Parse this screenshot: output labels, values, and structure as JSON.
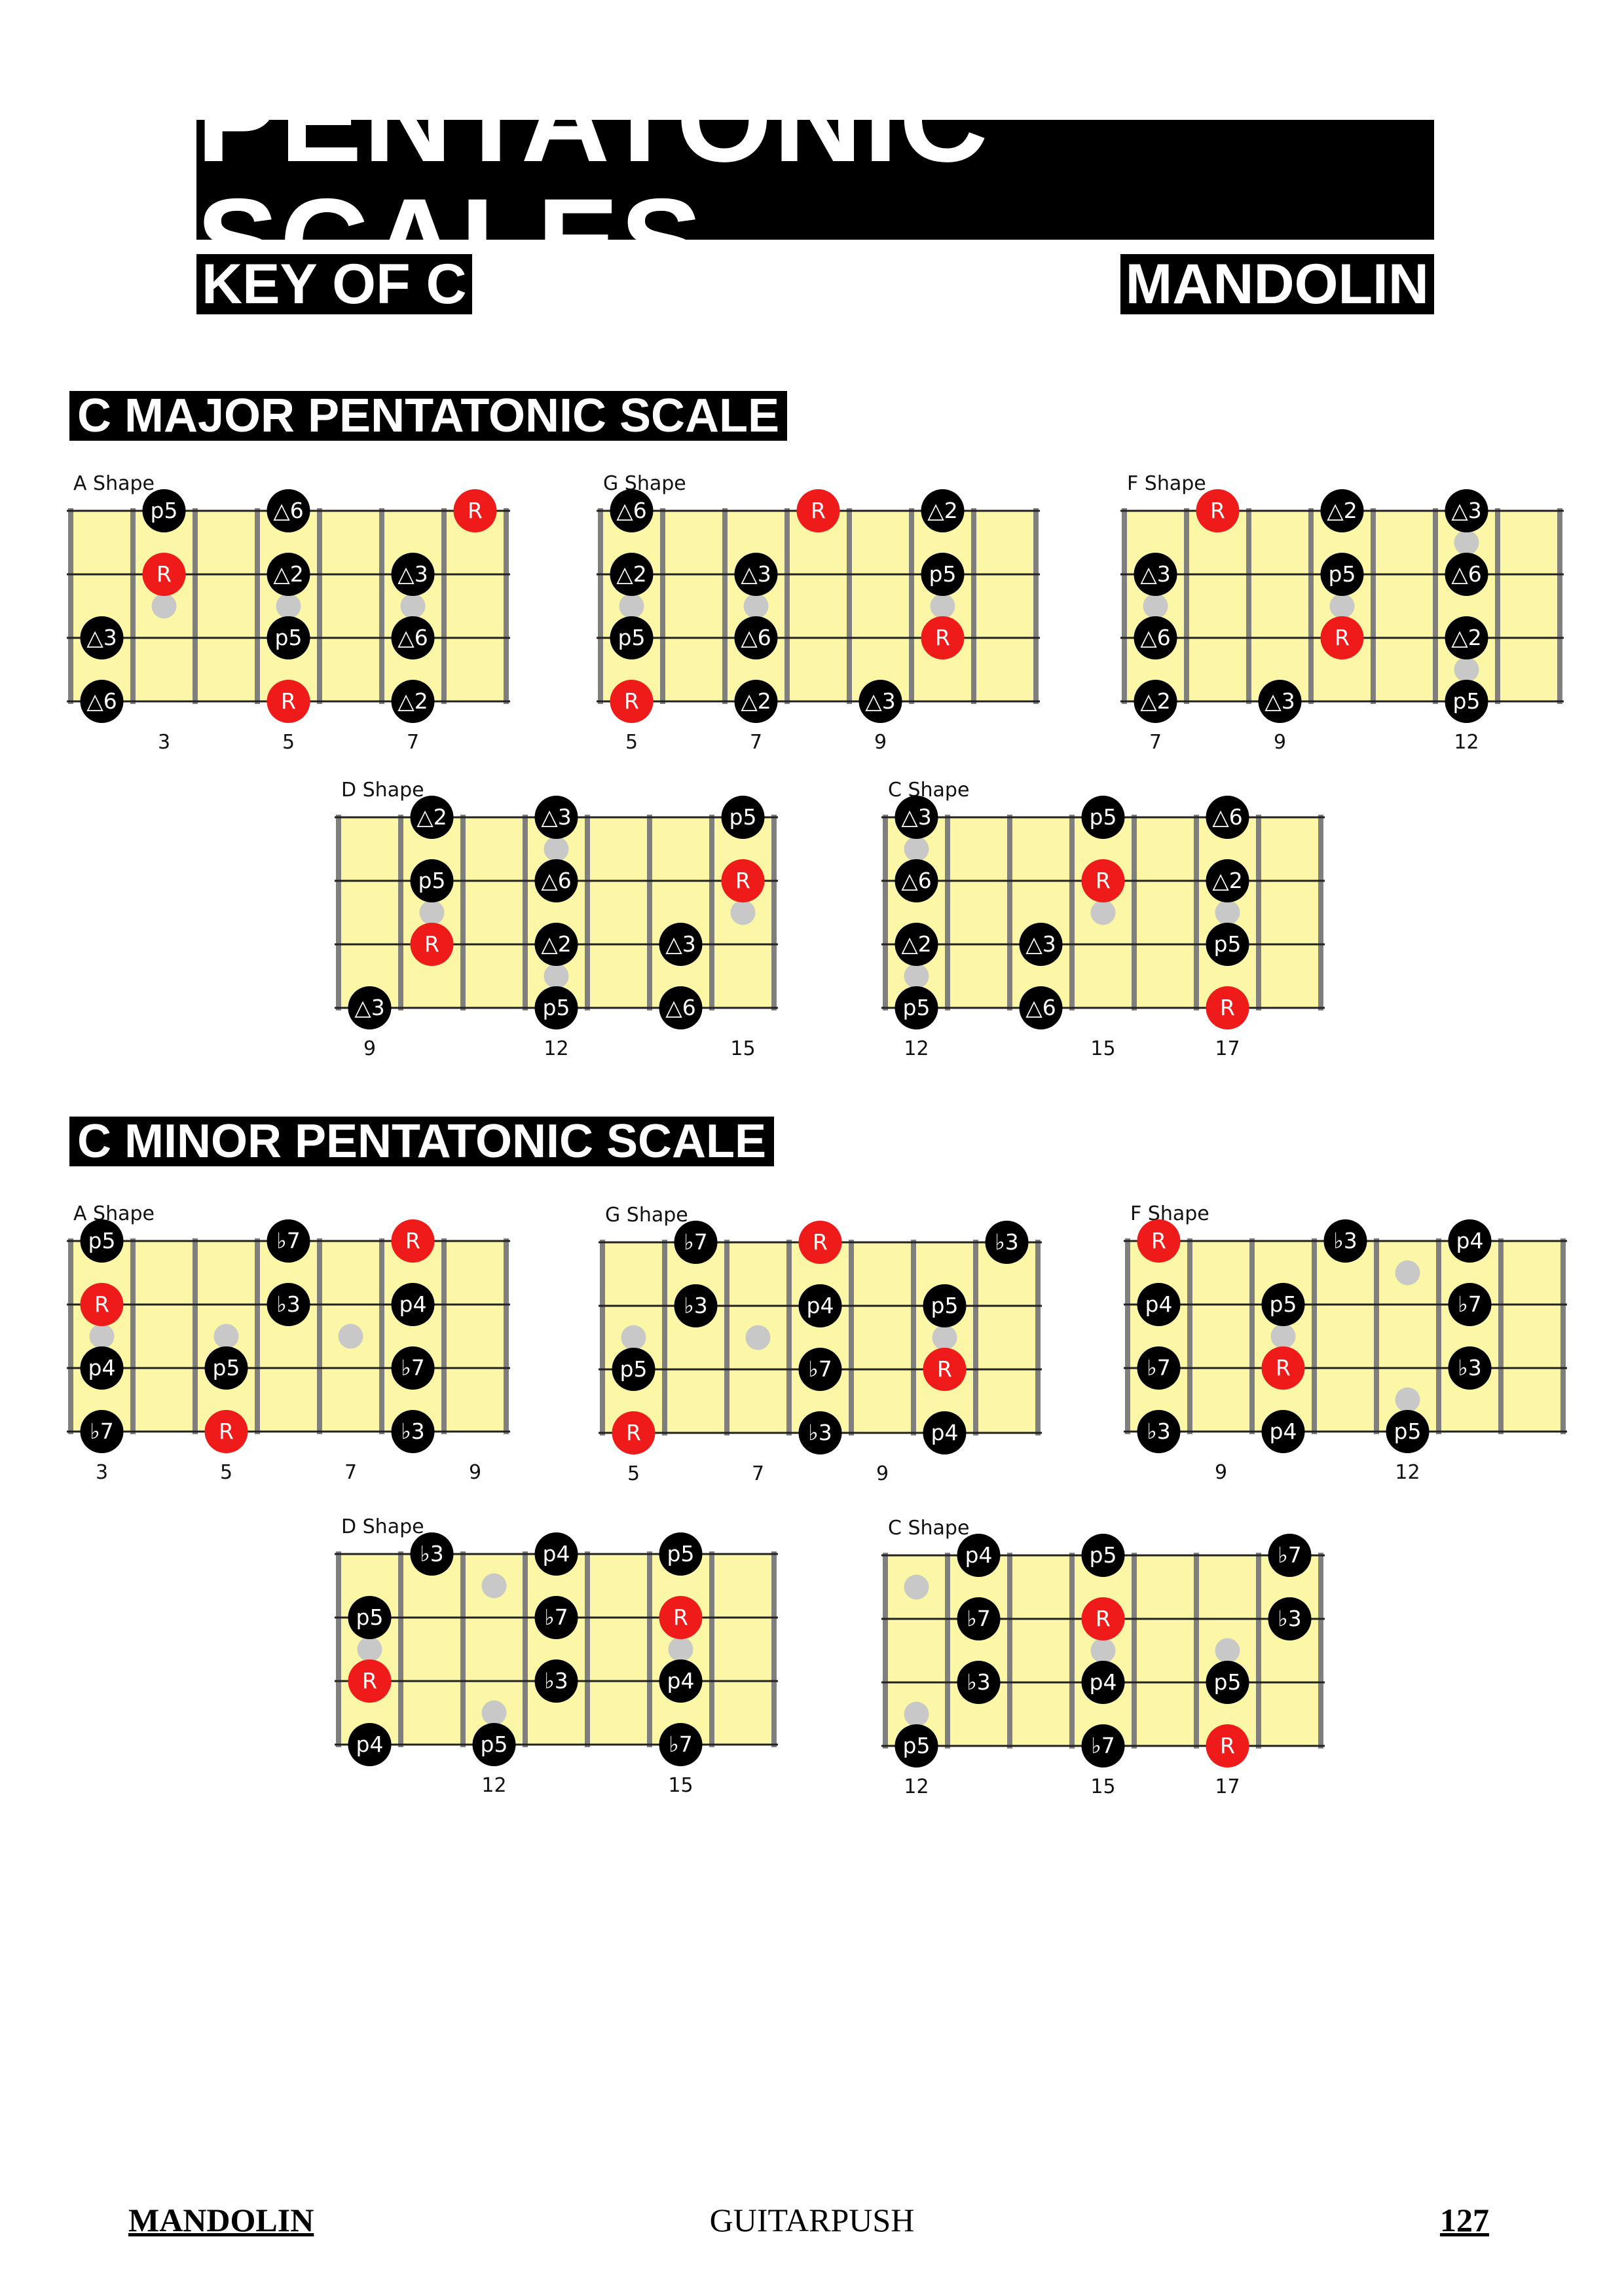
{
  "header": {
    "title": "PENTATONIC SCALES",
    "key": "KEY OF C",
    "instrument": "MANDOLIN"
  },
  "colors": {
    "fretboard": "#fbf7a6",
    "fret": "#7f7f7f",
    "string": "#222222",
    "note": "#000000",
    "root": "#ef1b1b",
    "ghost": "#c8c8c8"
  },
  "sections": [
    {
      "title": "C MAJOR PENTATONIC SCALE",
      "shapes": [
        {
          "name": "A Shape",
          "fret_numbers": [
            {
              "pos": 1.5,
              "label": "3"
            },
            {
              "pos": 3.5,
              "label": "5"
            },
            {
              "pos": 5.5,
              "label": "7"
            }
          ],
          "notes": [
            {
              "s": 0,
              "f": 1.5,
              "l": "p5"
            },
            {
              "s": 0,
              "f": 3.5,
              "l": "△6"
            },
            {
              "s": 0,
              "f": 6.5,
              "l": "R",
              "root": true
            },
            {
              "s": 1,
              "f": 1.5,
              "l": "R",
              "root": true
            },
            {
              "s": 1,
              "f": 3.5,
              "l": "△2"
            },
            {
              "s": 1,
              "f": 5.5,
              "l": "△3"
            },
            {
              "s": 2,
              "f": 0.5,
              "l": "△3"
            },
            {
              "s": 2,
              "f": 3.5,
              "l": "p5"
            },
            {
              "s": 2,
              "f": 5.5,
              "l": "△6"
            },
            {
              "s": 3,
              "f": 0.5,
              "l": "△6"
            },
            {
              "s": 3,
              "f": 3.5,
              "l": "R",
              "root": true
            },
            {
              "s": 3,
              "f": 5.5,
              "l": "△2"
            }
          ],
          "ghosts": [
            {
              "s": 1.5,
              "f": 1.5
            },
            {
              "s": 1.5,
              "f": 3.5
            },
            {
              "s": 1.5,
              "f": 5.5
            }
          ]
        },
        {
          "name": "G Shape",
          "fret_numbers": [
            {
              "pos": 0.5,
              "label": "5"
            },
            {
              "pos": 2.5,
              "label": "7"
            },
            {
              "pos": 4.5,
              "label": "9"
            }
          ],
          "notes": [
            {
              "s": 0,
              "f": 0.5,
              "l": "△6"
            },
            {
              "s": 0,
              "f": 3.5,
              "l": "R",
              "root": true
            },
            {
              "s": 0,
              "f": 5.5,
              "l": "△2"
            },
            {
              "s": 1,
              "f": 0.5,
              "l": "△2"
            },
            {
              "s": 1,
              "f": 2.5,
              "l": "△3"
            },
            {
              "s": 1,
              "f": 5.5,
              "l": "p5"
            },
            {
              "s": 2,
              "f": 0.5,
              "l": "p5"
            },
            {
              "s": 2,
              "f": 2.5,
              "l": "△6"
            },
            {
              "s": 2,
              "f": 5.5,
              "l": "R",
              "root": true
            },
            {
              "s": 3,
              "f": 0.5,
              "l": "R",
              "root": true
            },
            {
              "s": 3,
              "f": 2.5,
              "l": "△2"
            },
            {
              "s": 3,
              "f": 4.5,
              "l": "△3"
            }
          ],
          "ghosts": [
            {
              "s": 1.5,
              "f": 0.5
            },
            {
              "s": 1.5,
              "f": 2.5
            },
            {
              "s": 1.5,
              "f": 5.5
            }
          ]
        },
        {
          "name": "F Shape",
          "fret_numbers": [
            {
              "pos": 0.5,
              "label": "7"
            },
            {
              "pos": 2.5,
              "label": "9"
            },
            {
              "pos": 5.5,
              "label": "12"
            }
          ],
          "notes": [
            {
              "s": 0,
              "f": 1.5,
              "l": "R",
              "root": true
            },
            {
              "s": 0,
              "f": 3.5,
              "l": "△2"
            },
            {
              "s": 0,
              "f": 5.5,
              "l": "△3"
            },
            {
              "s": 1,
              "f": 0.5,
              "l": "△3"
            },
            {
              "s": 1,
              "f": 3.5,
              "l": "p5"
            },
            {
              "s": 1,
              "f": 5.5,
              "l": "△6"
            },
            {
              "s": 2,
              "f": 0.5,
              "l": "△6"
            },
            {
              "s": 2,
              "f": 3.5,
              "l": "R",
              "root": true
            },
            {
              "s": 2,
              "f": 5.5,
              "l": "△2"
            },
            {
              "s": 3,
              "f": 0.5,
              "l": "△2"
            },
            {
              "s": 3,
              "f": 2.5,
              "l": "△3"
            },
            {
              "s": 3,
              "f": 5.5,
              "l": "p5"
            }
          ],
          "ghosts": [
            {
              "s": 0.5,
              "f": 5.5
            },
            {
              "s": 1.5,
              "f": 0.5
            },
            {
              "s": 1.5,
              "f": 3.5
            },
            {
              "s": 2.5,
              "f": 5.5
            }
          ]
        },
        {
          "name": "D Shape",
          "fret_numbers": [
            {
              "pos": 0.5,
              "label": "9"
            },
            {
              "pos": 3.5,
              "label": "12"
            },
            {
              "pos": 6.5,
              "label": "15"
            }
          ],
          "notes": [
            {
              "s": 0,
              "f": 1.5,
              "l": "△2"
            },
            {
              "s": 0,
              "f": 3.5,
              "l": "△3"
            },
            {
              "s": 0,
              "f": 6.5,
              "l": "p5"
            },
            {
              "s": 1,
              "f": 1.5,
              "l": "p5"
            },
            {
              "s": 1,
              "f": 3.5,
              "l": "△6"
            },
            {
              "s": 1,
              "f": 6.5,
              "l": "R",
              "root": true
            },
            {
              "s": 2,
              "f": 1.5,
              "l": "R",
              "root": true
            },
            {
              "s": 2,
              "f": 3.5,
              "l": "△2"
            },
            {
              "s": 2,
              "f": 5.5,
              "l": "△3"
            },
            {
              "s": 3,
              "f": 0.5,
              "l": "△3"
            },
            {
              "s": 3,
              "f": 3.5,
              "l": "p5"
            },
            {
              "s": 3,
              "f": 5.5,
              "l": "△6"
            }
          ],
          "ghosts": [
            {
              "s": 0.5,
              "f": 3.5
            },
            {
              "s": 1.5,
              "f": 1.5
            },
            {
              "s": 1.5,
              "f": 6.5
            },
            {
              "s": 2.5,
              "f": 3.5
            }
          ]
        },
        {
          "name": "C Shape",
          "fret_numbers": [
            {
              "pos": 0.5,
              "label": "12"
            },
            {
              "pos": 3.5,
              "label": "15"
            },
            {
              "pos": 5.5,
              "label": "17"
            }
          ],
          "notes": [
            {
              "s": 0,
              "f": 0.5,
              "l": "△3"
            },
            {
              "s": 0,
              "f": 3.5,
              "l": "p5"
            },
            {
              "s": 0,
              "f": 5.5,
              "l": "△6"
            },
            {
              "s": 1,
              "f": 0.5,
              "l": "△6"
            },
            {
              "s": 1,
              "f": 3.5,
              "l": "R",
              "root": true
            },
            {
              "s": 1,
              "f": 5.5,
              "l": "△2"
            },
            {
              "s": 2,
              "f": 0.5,
              "l": "△2"
            },
            {
              "s": 2,
              "f": 2.5,
              "l": "△3"
            },
            {
              "s": 2,
              "f": 5.5,
              "l": "p5"
            },
            {
              "s": 3,
              "f": 0.5,
              "l": "p5"
            },
            {
              "s": 3,
              "f": 2.5,
              "l": "△6"
            },
            {
              "s": 3,
              "f": 5.5,
              "l": "R",
              "root": true
            }
          ],
          "ghosts": [
            {
              "s": 0.5,
              "f": 0.5
            },
            {
              "s": 1.5,
              "f": 3.5
            },
            {
              "s": 1.5,
              "f": 5.5
            },
            {
              "s": 2.5,
              "f": 0.5
            }
          ]
        }
      ]
    },
    {
      "title": "C MINOR PENTATONIC SCALE",
      "shapes": [
        {
          "name": "A Shape",
          "fret_numbers": [
            {
              "pos": 0.5,
              "label": "3"
            },
            {
              "pos": 2.5,
              "label": "5"
            },
            {
              "pos": 4.5,
              "label": "7"
            },
            {
              "pos": 6.5,
              "label": "9"
            }
          ],
          "notes": [
            {
              "s": 0,
              "f": 0.5,
              "l": "p5"
            },
            {
              "s": 0,
              "f": 3.5,
              "l": "♭7"
            },
            {
              "s": 0,
              "f": 5.5,
              "l": "R",
              "root": true
            },
            {
              "s": 1,
              "f": 0.5,
              "l": "R",
              "root": true
            },
            {
              "s": 1,
              "f": 3.5,
              "l": "♭3"
            },
            {
              "s": 1,
              "f": 5.5,
              "l": "p4"
            },
            {
              "s": 2,
              "f": 0.5,
              "l": "p4"
            },
            {
              "s": 2,
              "f": 2.5,
              "l": "p5"
            },
            {
              "s": 2,
              "f": 5.5,
              "l": "♭7"
            },
            {
              "s": 3,
              "f": 0.5,
              "l": "♭7"
            },
            {
              "s": 3,
              "f": 2.5,
              "l": "R",
              "root": true
            },
            {
              "s": 3,
              "f": 5.5,
              "l": "♭3"
            }
          ],
          "ghosts": [
            {
              "s": 1.5,
              "f": 0.5
            },
            {
              "s": 1.5,
              "f": 2.5
            },
            {
              "s": 1.5,
              "f": 4.5
            }
          ]
        },
        {
          "name": "G Shape",
          "fret_numbers": [
            {
              "pos": 0.5,
              "label": "5"
            },
            {
              "pos": 2.5,
              "label": "7"
            },
            {
              "pos": 4.5,
              "label": "9"
            }
          ],
          "notes": [
            {
              "s": 0,
              "f": 1.5,
              "l": "♭7"
            },
            {
              "s": 0,
              "f": 3.5,
              "l": "R",
              "root": true
            },
            {
              "s": 0,
              "f": 6.5,
              "l": "♭3"
            },
            {
              "s": 1,
              "f": 1.5,
              "l": "♭3"
            },
            {
              "s": 1,
              "f": 3.5,
              "l": "p4"
            },
            {
              "s": 1,
              "f": 5.5,
              "l": "p5"
            },
            {
              "s": 2,
              "f": 0.5,
              "l": "p5"
            },
            {
              "s": 2,
              "f": 3.5,
              "l": "♭7"
            },
            {
              "s": 2,
              "f": 5.5,
              "l": "R",
              "root": true
            },
            {
              "s": 3,
              "f": 0.5,
              "l": "R",
              "root": true
            },
            {
              "s": 3,
              "f": 3.5,
              "l": "♭3"
            },
            {
              "s": 3,
              "f": 5.5,
              "l": "p4"
            }
          ],
          "ghosts": [
            {
              "s": 1.5,
              "f": 0.5
            },
            {
              "s": 1.5,
              "f": 2.5
            },
            {
              "s": 1.5,
              "f": 5.5
            }
          ]
        },
        {
          "name": "F Shape",
          "fret_numbers": [
            {
              "pos": 1.5,
              "label": "9"
            },
            {
              "pos": 4.5,
              "label": "12"
            }
          ],
          "notes": [
            {
              "s": 0,
              "f": 0.5,
              "l": "R",
              "root": true
            },
            {
              "s": 0,
              "f": 3.5,
              "l": "♭3"
            },
            {
              "s": 0,
              "f": 5.5,
              "l": "p4"
            },
            {
              "s": 1,
              "f": 0.5,
              "l": "p4"
            },
            {
              "s": 1,
              "f": 2.5,
              "l": "p5"
            },
            {
              "s": 1,
              "f": 5.5,
              "l": "♭7"
            },
            {
              "s": 2,
              "f": 0.5,
              "l": "♭7"
            },
            {
              "s": 2,
              "f": 2.5,
              "l": "R",
              "root": true
            },
            {
              "s": 2,
              "f": 5.5,
              "l": "♭3"
            },
            {
              "s": 3,
              "f": 0.5,
              "l": "♭3"
            },
            {
              "s": 3,
              "f": 2.5,
              "l": "p4"
            },
            {
              "s": 3,
              "f": 4.5,
              "l": "p5"
            }
          ],
          "ghosts": [
            {
              "s": 0.5,
              "f": 4.5
            },
            {
              "s": 1.5,
              "f": 2.5
            },
            {
              "s": 2.5,
              "f": 4.5
            }
          ]
        },
        {
          "name": "D Shape",
          "fret_numbers": [
            {
              "pos": 2.5,
              "label": "12"
            },
            {
              "pos": 5.5,
              "label": "15"
            }
          ],
          "notes": [
            {
              "s": 0,
              "f": 1.5,
              "l": "♭3"
            },
            {
              "s": 0,
              "f": 3.5,
              "l": "p4"
            },
            {
              "s": 0,
              "f": 5.5,
              "l": "p5"
            },
            {
              "s": 1,
              "f": 0.5,
              "l": "p5"
            },
            {
              "s": 1,
              "f": 3.5,
              "l": "♭7"
            },
            {
              "s": 1,
              "f": 5.5,
              "l": "R",
              "root": true
            },
            {
              "s": 2,
              "f": 0.5,
              "l": "R",
              "root": true
            },
            {
              "s": 2,
              "f": 3.5,
              "l": "♭3"
            },
            {
              "s": 2,
              "f": 5.5,
              "l": "p4"
            },
            {
              "s": 3,
              "f": 0.5,
              "l": "p4"
            },
            {
              "s": 3,
              "f": 2.5,
              "l": "p5"
            },
            {
              "s": 3,
              "f": 5.5,
              "l": "♭7"
            }
          ],
          "ghosts": [
            {
              "s": 0.5,
              "f": 2.5
            },
            {
              "s": 1.5,
              "f": 0.5
            },
            {
              "s": 1.5,
              "f": 5.5
            },
            {
              "s": 2.5,
              "f": 2.5
            }
          ]
        },
        {
          "name": "C Shape",
          "fret_numbers": [
            {
              "pos": 0.5,
              "label": "12"
            },
            {
              "pos": 3.5,
              "label": "15"
            },
            {
              "pos": 5.5,
              "label": "17"
            }
          ],
          "notes": [
            {
              "s": 0,
              "f": 1.5,
              "l": "p4"
            },
            {
              "s": 0,
              "f": 3.5,
              "l": "p5"
            },
            {
              "s": 0,
              "f": 6.5,
              "l": "♭7"
            },
            {
              "s": 1,
              "f": 1.5,
              "l": "♭7"
            },
            {
              "s": 1,
              "f": 3.5,
              "l": "R",
              "root": true
            },
            {
              "s": 1,
              "f": 6.5,
              "l": "♭3"
            },
            {
              "s": 2,
              "f": 1.5,
              "l": "♭3"
            },
            {
              "s": 2,
              "f": 3.5,
              "l": "p4"
            },
            {
              "s": 2,
              "f": 5.5,
              "l": "p5"
            },
            {
              "s": 3,
              "f": 0.5,
              "l": "p5"
            },
            {
              "s": 3,
              "f": 3.5,
              "l": "♭7"
            },
            {
              "s": 3,
              "f": 5.5,
              "l": "R",
              "root": true
            }
          ],
          "ghosts": [
            {
              "s": 0.5,
              "f": 0.5
            },
            {
              "s": 1.5,
              "f": 3.5
            },
            {
              "s": 1.5,
              "f": 5.5
            },
            {
              "s": 2.5,
              "f": 0.5
            }
          ]
        }
      ]
    }
  ],
  "footer": {
    "left": "MANDOLIN",
    "center": "GUITARPUSH",
    "page": "127"
  }
}
